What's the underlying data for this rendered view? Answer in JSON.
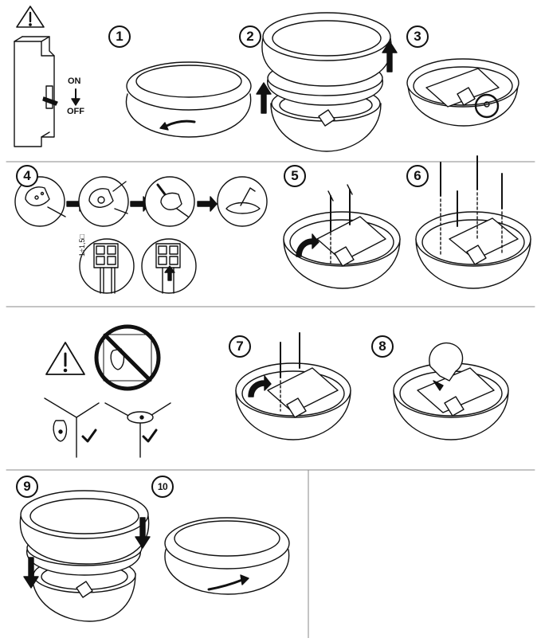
{
  "steps": [
    "1",
    "2",
    "3",
    "4",
    "5",
    "6",
    "7",
    "8",
    "9",
    "10"
  ],
  "switch": {
    "on_label": "ON",
    "off_label": "OFF"
  },
  "wire_gauge": "1÷1,5",
  "wire_gauge_unit": "□"
}
